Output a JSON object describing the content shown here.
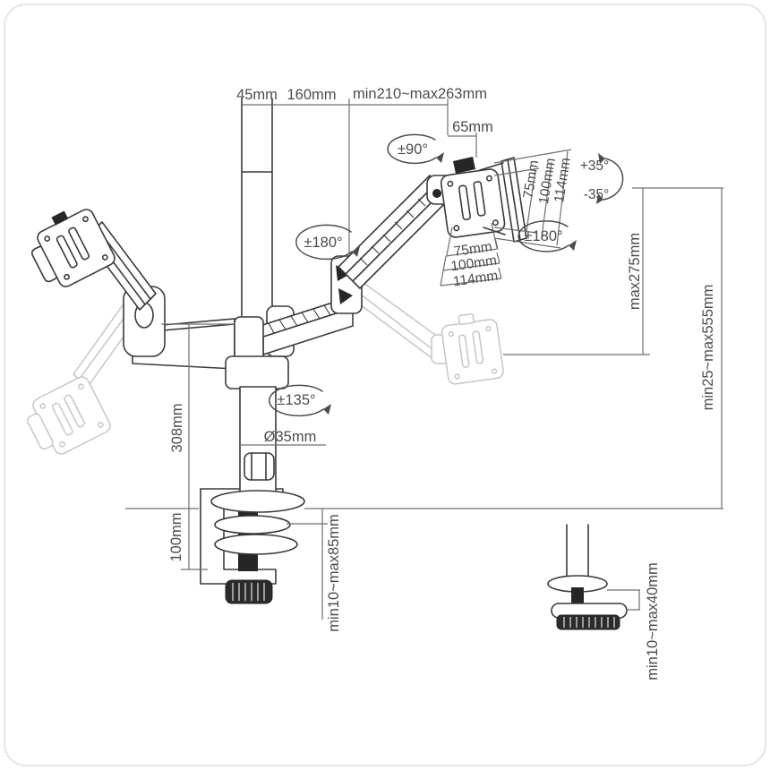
{
  "diagram": {
    "kind": "technical dimension line drawing",
    "subject": "Dual monitor gas-spring desk mount arm with clamp and grommet base"
  },
  "dims_top": {
    "d45": "45mm",
    "d160": "160mm",
    "d210_263": "min210~max263mm",
    "d65": "65mm"
  },
  "vesa_vertical": {
    "v75": "75mm",
    "v100": "100mm",
    "v114": "114mm"
  },
  "vesa_horizontal": {
    "h75": "75mm",
    "h100": "100mm",
    "h114": "114mm"
  },
  "angles": {
    "head_rotation": "±90°",
    "arm_swivel": "±180°",
    "head_swivel": "±180°",
    "tilt_up": "+35°",
    "tilt_down": "-35°",
    "base_swivel": "±135°"
  },
  "heights": {
    "max_drop": "max275mm",
    "height_range": "min25~max555mm",
    "pole_height": "308mm",
    "pole_diameter": "Ø35mm",
    "clamp_height": "100mm"
  },
  "mount": {
    "clamp_thickness": "min10~max85mm",
    "grommet_thickness": "min10~max40mm"
  },
  "colors": {
    "line": "#3a3a3a",
    "dim_line": "#6f6f6f",
    "label": "#4c4c4c",
    "ghost": "#c6c6c6",
    "dark_fill": "#262626",
    "background": "#ffffff",
    "border": "#e6e6e6"
  }
}
